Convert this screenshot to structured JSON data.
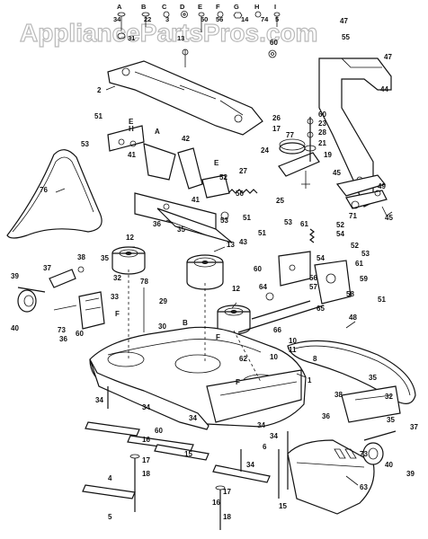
{
  "watermark": "AppliancePartsPros.com",
  "hardware_header": {
    "letters": [
      "A",
      "B",
      "C",
      "D",
      "E",
      "F",
      "G",
      "H",
      "I"
    ],
    "numbers": [
      "34",
      "22",
      "3",
      "50",
      "56",
      "14",
      "74",
      "5",
      "31",
      "13"
    ]
  },
  "callouts": {
    "c1": "1",
    "c2": "2",
    "c4": "4",
    "c5": "5",
    "c6": "6",
    "c8": "8",
    "c10": "10",
    "c11": "11",
    "c12a": "12",
    "c12b": "12",
    "c13": "13",
    "c15a": "15",
    "c15b": "15",
    "c16": "16",
    "c17": "17",
    "c18": "18",
    "c19": "19",
    "c21": "21",
    "c23": "23",
    "c24": "24",
    "c25": "25",
    "c26": "26",
    "c27": "27",
    "c28": "28",
    "c29": "29",
    "c30": "30",
    "c32": "32",
    "c33": "33",
    "c34": "34",
    "c35a": "35",
    "c35b": "35",
    "c36": "36",
    "c37a": "37",
    "c37b": "37",
    "c38": "38",
    "c39a": "39",
    "c39b": "39",
    "c40a": "40",
    "c40b": "40",
    "c41": "41",
    "c42": "42",
    "c43": "43",
    "c44": "44",
    "c45": "45",
    "c47a": "47",
    "c47b": "47",
    "c48": "48",
    "c49": "49",
    "c51a": "51",
    "c51b": "51",
    "c51c": "51",
    "c52": "52",
    "c53": "53",
    "c54": "54",
    "c55": "55",
    "c56": "56",
    "c57": "57",
    "c58": "58",
    "c59": "59",
    "c60": "60",
    "c61": "61",
    "c62": "62",
    "c63": "63",
    "c64": "64",
    "c65": "65",
    "c66": "66",
    "c71": "71",
    "c73a": "73",
    "c73b": "73",
    "c76": "76",
    "c77": "77",
    "c78": "78",
    "cA": "A",
    "cB": "B",
    "cE": "E",
    "cF": "F",
    "cH": "H"
  }
}
